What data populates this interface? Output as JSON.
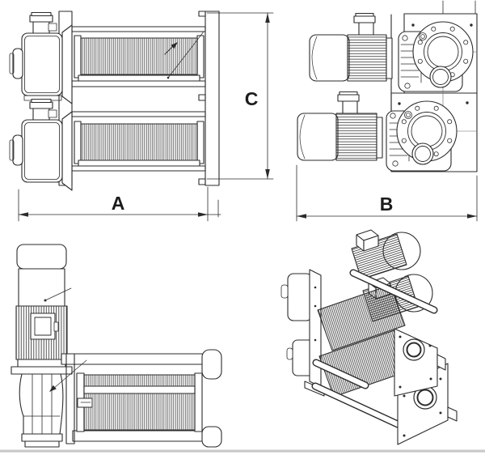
{
  "page": {
    "background_color": "#ffffff",
    "line_color": "#2b2b2b",
    "footer_strip_color": "#c9c9c9"
  },
  "dimension_labels": {
    "width": "A",
    "depth": "B",
    "height": "C"
  }
}
